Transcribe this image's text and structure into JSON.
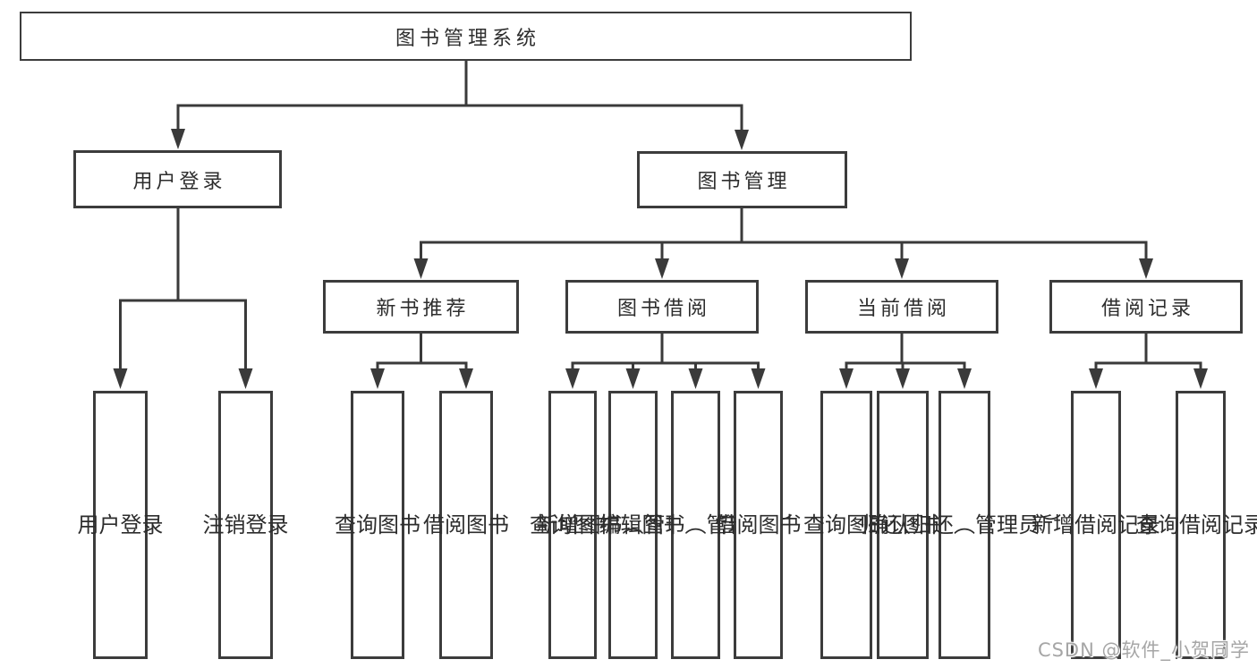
{
  "diagram": {
    "tree": {
      "label": "图书管理系统",
      "children": [
        {
          "label": "用户登录",
          "children": [
            {
              "label": "用户登录"
            },
            {
              "label": "注销登录"
            }
          ]
        },
        {
          "label": "图书管理",
          "children": [
            {
              "label": "新书推荐",
              "children": [
                {
                  "label": "查询图书"
                },
                {
                  "label": "借阅图书"
                }
              ]
            },
            {
              "label": "图书借阅",
              "children": [
                {
                  "label": "查询图书"
                },
                {
                  "label": "新增图书（管理员）"
                },
                {
                  "label": "编辑图书（管理员）"
                },
                {
                  "label": "借阅图书"
                }
              ]
            },
            {
              "label": "当前借阅",
              "children": [
                {
                  "label": "查询图书"
                },
                {
                  "label": "归还图书"
                },
                {
                  "label": "确认归还（管理员）"
                }
              ]
            },
            {
              "label": "借阅记录",
              "children": [
                {
                  "label": "新增借阅记录"
                },
                {
                  "label": "查询借阅记录"
                }
              ]
            }
          ]
        }
      ]
    },
    "watermark": {
      "text": "CSDN @软件_小贺同学"
    },
    "colors": {
      "line": "#3a3a3a",
      "box_border": "#3c3c3c",
      "text": "#2d2d2d",
      "watermark": "#a6a6a6",
      "background": "#ffffff"
    }
  }
}
